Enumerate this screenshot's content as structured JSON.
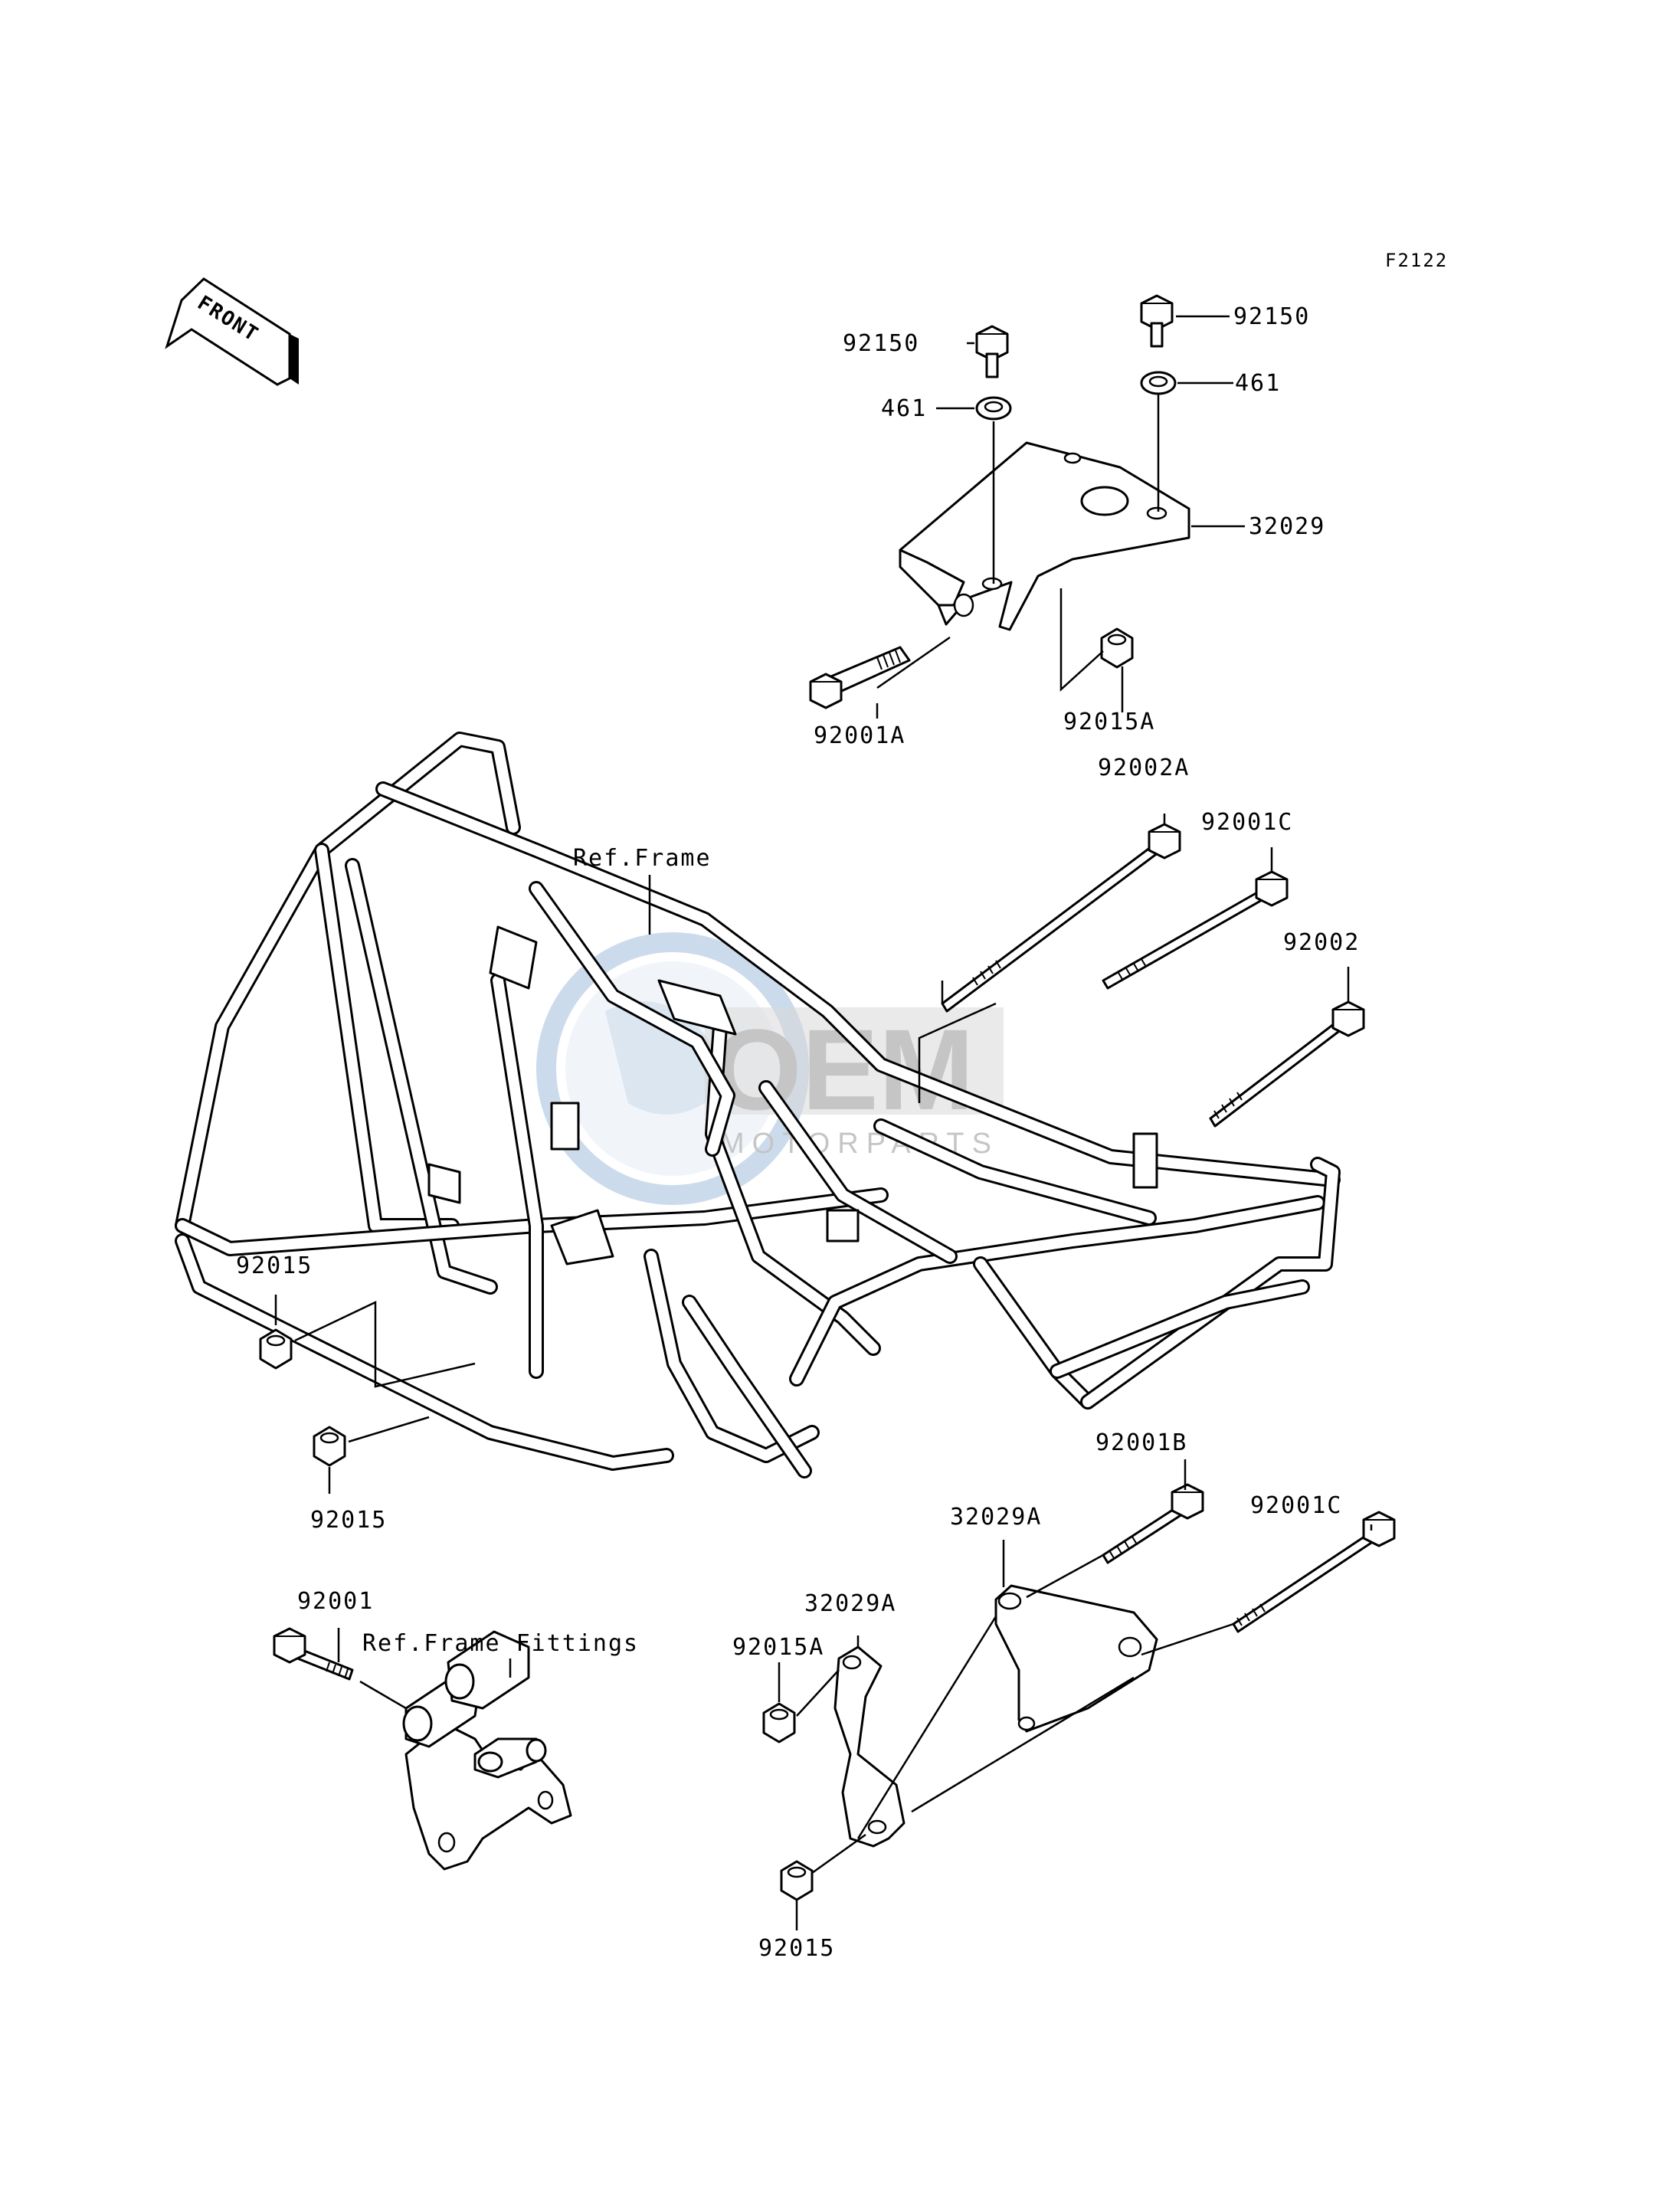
{
  "diagram_code": "F2122",
  "front_label": "FRONT",
  "watermark": {
    "brand": "OEM",
    "tagline": "MOTORPARTS"
  },
  "labels": {
    "bolt_92150_left": "92150",
    "bolt_92150_right": "92150",
    "washer_461_left": "461",
    "washer_461_right": "461",
    "bracket_32029": "32029",
    "bolt_92001A": "92001A",
    "nut_92015A_top": "92015A",
    "bolt_92002A": "92002A",
    "bolt_92001C_upper": "92001C",
    "bolt_92002": "92002",
    "ref_frame": "Ref.Frame",
    "nut_92015_upper": "92015",
    "nut_92015_lower": "92015",
    "bolt_92001B": "92001B",
    "bracket_32029A_upper": "32029A",
    "bolt_92001C_lower": "92001C",
    "bracket_32029A_lower": "32029A",
    "bolt_92001": "92001",
    "ref_frame_fittings": "Ref.Frame Fittings",
    "nut_92015A_lower": "92015A",
    "nut_92015_bottom": "92015"
  }
}
